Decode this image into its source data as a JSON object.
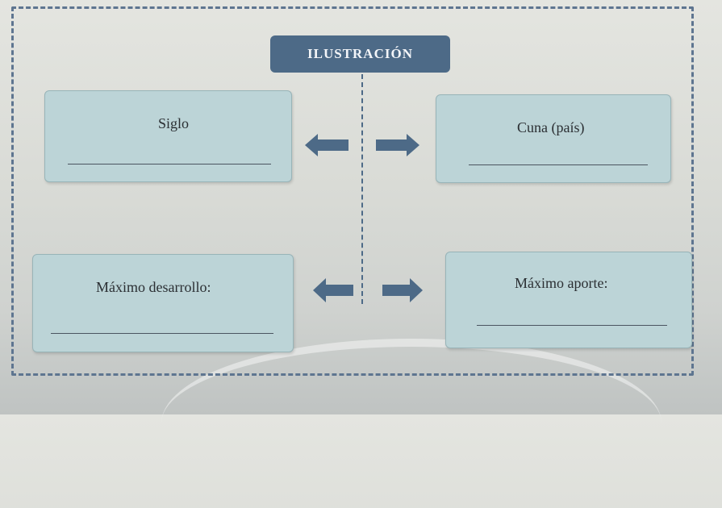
{
  "title": "ILUSTRACIÓN",
  "boxes": {
    "siglo": {
      "label": "Siglo"
    },
    "cuna": {
      "label": "Cuna (país)"
    },
    "maximo_desarrollo": {
      "label": "Máximo desarrollo:"
    },
    "maximo_aporte": {
      "label": "Máximo aporte:"
    }
  },
  "colors": {
    "header": "#4d6a87",
    "box_fill": "#bcd4d7",
    "arrow": "#4d6a87",
    "frame": "#5e7590"
  },
  "icons": [
    "arrow-left-icon",
    "arrow-right-icon"
  ]
}
